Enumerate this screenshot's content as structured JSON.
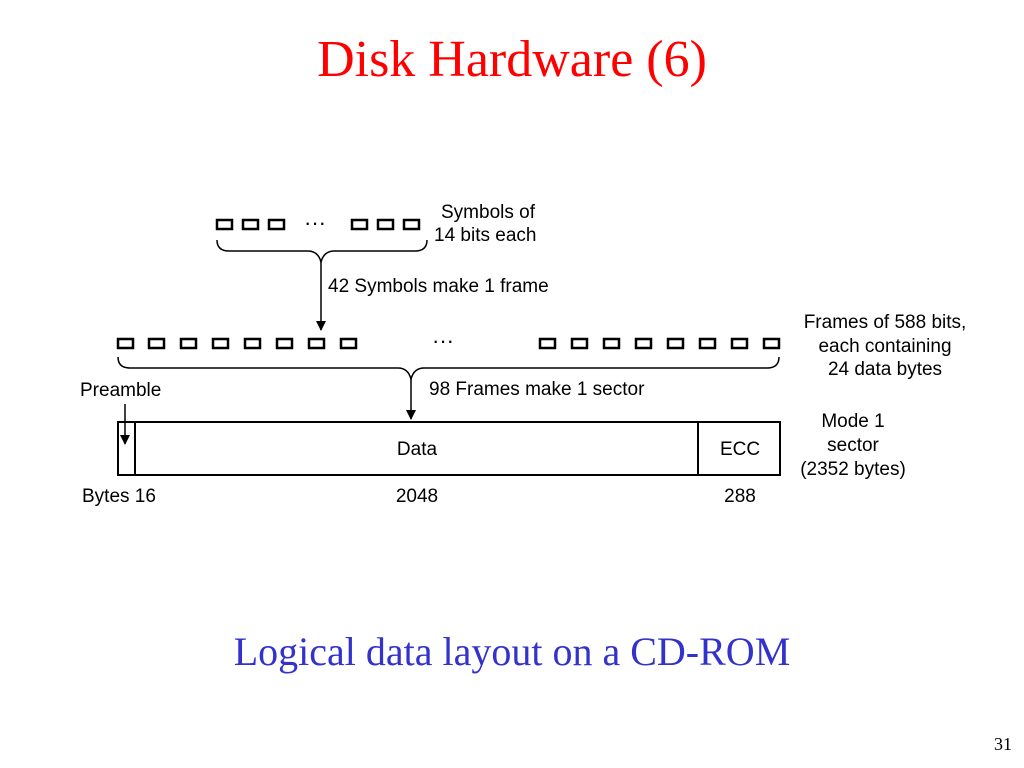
{
  "slide": {
    "title": "Disk Hardware (6)",
    "caption": "Logical data layout on a CD-ROM",
    "page_number": "31"
  },
  "diagram": {
    "symbols_label_line1": "Symbols of",
    "symbols_label_line2": "14 bits each",
    "symbols_ellipsis": "···",
    "symbols_to_frame": "42 Symbols make 1 frame",
    "frames_label_line1": "Frames of 588 bits,",
    "frames_label_line2": "each containing",
    "frames_label_line3": "24 data bytes",
    "frames_ellipsis": "···",
    "frames_to_sector": "98 Frames make 1 sector",
    "preamble_label": "Preamble",
    "data_label": "Data",
    "ecc_label": "ECC",
    "sector_label_line1": "Mode 1",
    "sector_label_line2": "sector",
    "sector_label_line3": "(2352 bytes)",
    "bytes_label": "Bytes 16",
    "data_bytes": "2048",
    "ecc_bytes": "288"
  },
  "colors": {
    "title": "#ff0000",
    "caption": "#3333cc",
    "line": "#000000"
  }
}
